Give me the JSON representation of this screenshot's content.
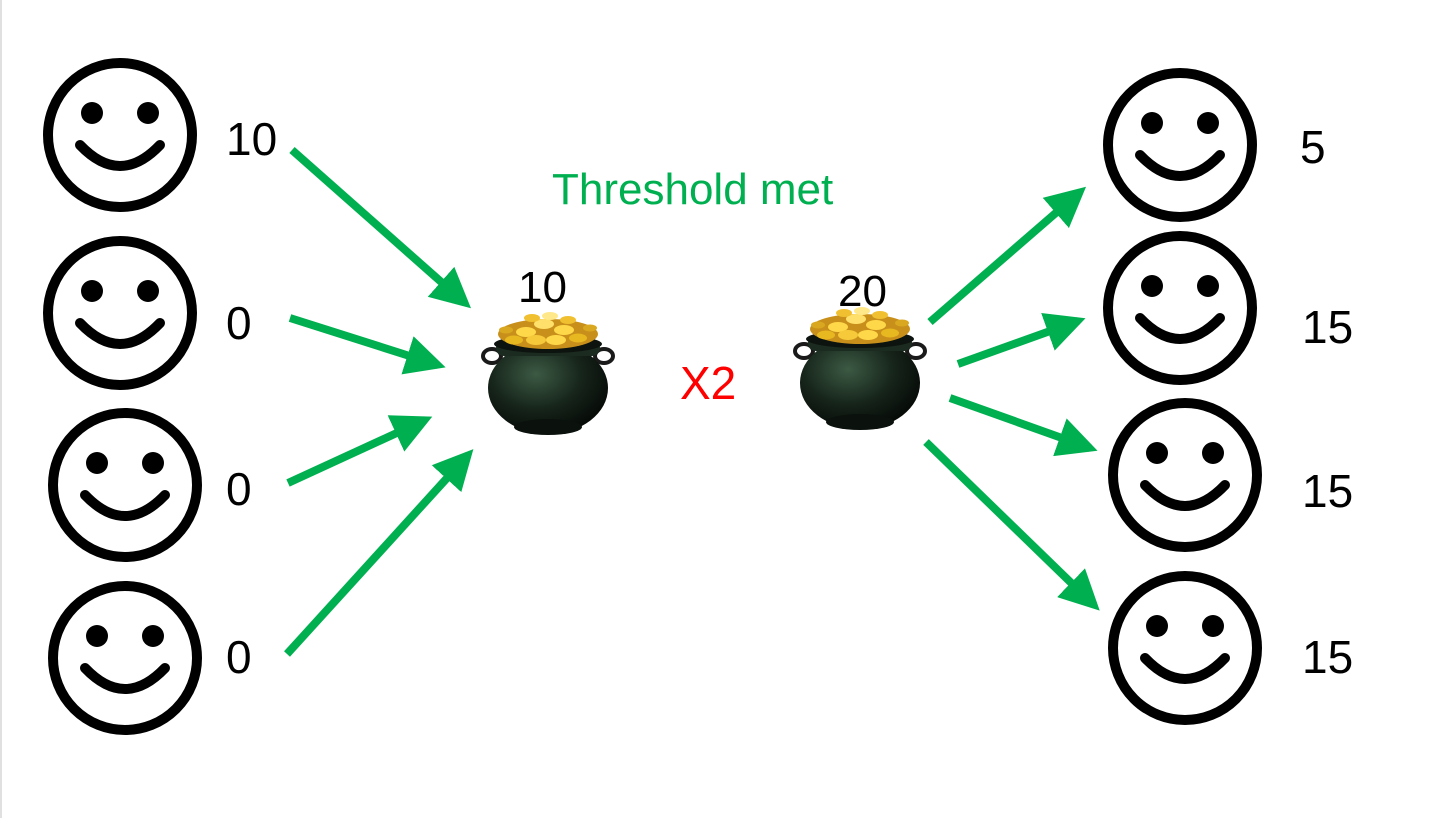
{
  "caption": {
    "threshold": "Threshold met",
    "multiplier": "X2"
  },
  "contributors": [
    {
      "amount": "10"
    },
    {
      "amount": "0"
    },
    {
      "amount": "0"
    },
    {
      "amount": "0"
    }
  ],
  "pots": [
    {
      "amount": "10"
    },
    {
      "amount": "20"
    }
  ],
  "recipients": [
    {
      "amount": "5"
    },
    {
      "amount": "15"
    },
    {
      "amount": "15"
    },
    {
      "amount": "15"
    }
  ],
  "icons": {
    "person": "smiley-face-icon",
    "pot": "pot-of-gold-icon",
    "flow": "arrow-icon"
  },
  "colors": {
    "arrow": "#00b050",
    "threshold": "#00b050",
    "multiplier": "#ff0000",
    "face": "#000000",
    "pot": "#111a14",
    "gold": "#e3b51a"
  }
}
